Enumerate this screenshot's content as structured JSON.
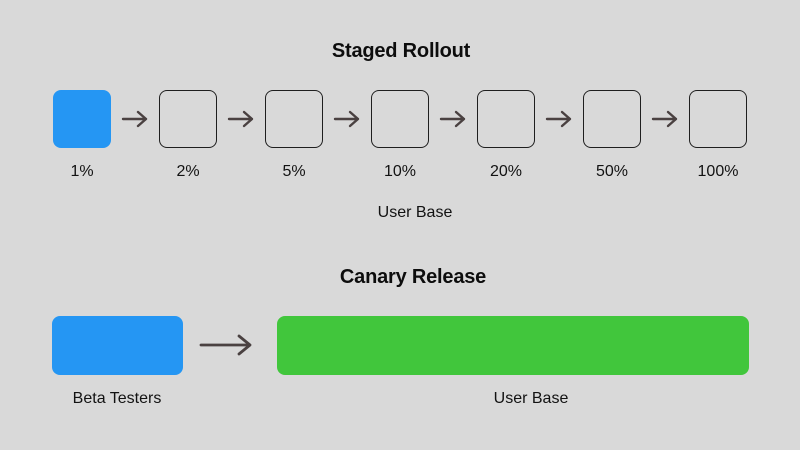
{
  "colors": {
    "bg": "#d9d9d9",
    "blue": "#2596f3",
    "green": "#41c63c",
    "arrow": "#4a4141",
    "outline": "#1f1f1f",
    "text": "#121212"
  },
  "icons": {
    "arrow_right": "→"
  },
  "staged_rollout": {
    "title": "Staged Rollout",
    "stages": [
      {
        "label": "1%",
        "filled": true
      },
      {
        "label": "2%",
        "filled": false
      },
      {
        "label": "5%",
        "filled": false
      },
      {
        "label": "10%",
        "filled": false
      },
      {
        "label": "20%",
        "filled": false
      },
      {
        "label": "50%",
        "filled": false
      },
      {
        "label": "100%",
        "filled": false
      }
    ],
    "caption": "User Base"
  },
  "canary_release": {
    "title": "Canary Release",
    "beta_label": "Beta Testers",
    "user_base_label": "User Base"
  }
}
